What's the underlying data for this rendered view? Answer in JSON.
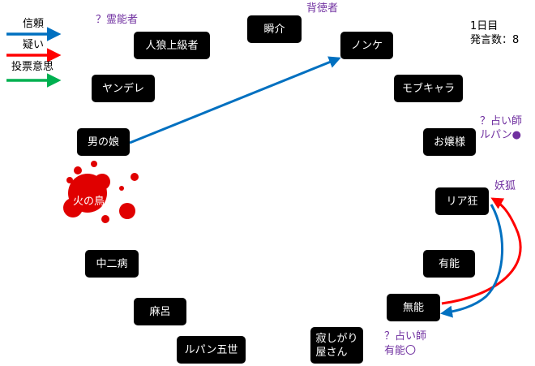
{
  "legend": {
    "trust": {
      "label": "信頼",
      "color": "#0070c0"
    },
    "doubt": {
      "label": "疑い",
      "color": "#ff0000"
    },
    "vote": {
      "label": "投票意思",
      "color": "#00b050"
    }
  },
  "status": {
    "day": "1日目",
    "statements": "発言数：8"
  },
  "players": {
    "shunsuke": "瞬介",
    "nonke": "ノンケ",
    "jinro_joukyuusha": "人狼上級者",
    "yandere": "ヤンデレ",
    "mobukyara": "モブキャラ",
    "otokonoko": "男の娘",
    "ojousama": "お嬢様",
    "hinotori": "火の鳥",
    "riakyou": "リア狂",
    "chuunibyou": "中二病",
    "yuunou": "有能",
    "maro": "麻呂",
    "munou": "無能",
    "lupin5": "ルパン五世",
    "sabishigariya": "寂しがり\n屋さん"
  },
  "annotations": {
    "medium_claim": "？霊能者",
    "haitokusha": "背徳者",
    "seer_claim_1_line1": "？占い師",
    "seer_claim_1_line2": "ルパン●",
    "youko": "妖狐",
    "seer_claim_2_line1": "？占い師",
    "seer_claim_2_line2": "有能〇"
  },
  "status_dead": [
    "火の鳥"
  ]
}
